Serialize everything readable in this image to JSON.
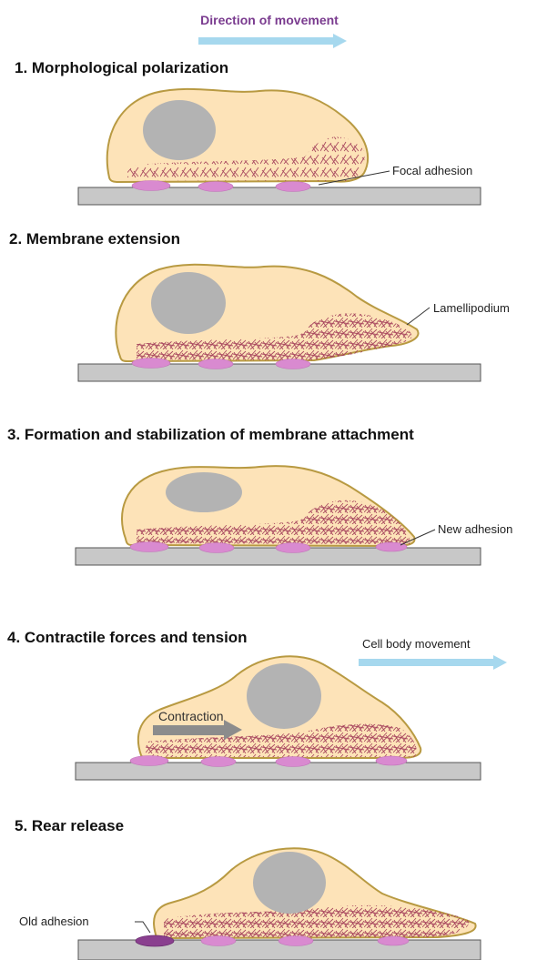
{
  "header": {
    "direction_label": "Direction of movement",
    "direction_color": "#7a3b8f",
    "arrow_color": "#a6d8ee"
  },
  "colors": {
    "cell_fill": "#fde3b8",
    "cell_outline": "#b89a42",
    "nucleus": "#b3b3b3",
    "substrate": "#c8c8c8",
    "substrate_edge": "#555555",
    "adhesion": "#d98ad0",
    "old_adhesion": "#8a3f8f",
    "actin": "#a33f5a",
    "contraction_arrow": "#8c8c8c"
  },
  "steps": [
    {
      "number": "1",
      "title": "1. Morphological polarization",
      "annotation": "Focal adhesion"
    },
    {
      "number": "2",
      "title": "2. Membrane extension",
      "annotation": "Lamellipodium"
    },
    {
      "number": "3",
      "title": "3. Formation and stabilization of membrane attachment",
      "annotation": "New adhesion"
    },
    {
      "number": "4",
      "title": "4. Contractile forces and tension",
      "annotation": "Cell body movement",
      "inner_label": "Contraction"
    },
    {
      "number": "5",
      "title": "5. Rear release",
      "annotation": "Old adhesion"
    }
  ]
}
